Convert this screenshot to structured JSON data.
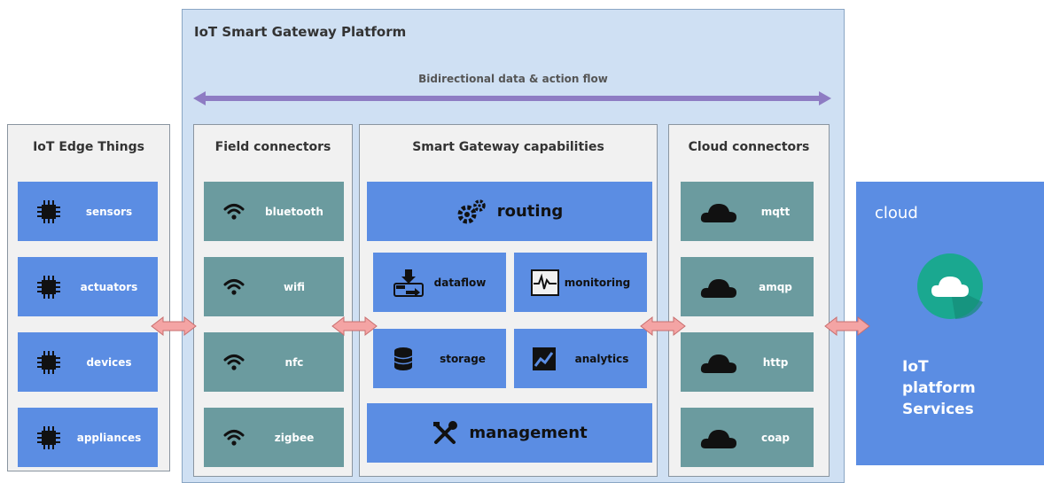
{
  "platform": {
    "title": "IoT Smart Gateway Platform",
    "flow_label": "Bidirectional data & action flow"
  },
  "edge": {
    "title": "IoT Edge Things",
    "items": [
      "sensors",
      "actuators",
      "devices",
      "appliances"
    ]
  },
  "field": {
    "title": "Field connectors",
    "items": [
      "bluetooth",
      "wifi",
      "nfc",
      "zigbee"
    ]
  },
  "gateway": {
    "title": "Smart Gateway capabilities",
    "routing": "routing",
    "dataflow": "dataflow",
    "monitoring": "monitoring",
    "storage": "storage",
    "analytics": "analytics",
    "management": "management"
  },
  "cloudconn": {
    "title": "Cloud connectors",
    "items": [
      "mqtt",
      "amqp",
      "http",
      "coap"
    ]
  },
  "cloud": {
    "label": "cloud",
    "service_lines": [
      "IoT",
      "platform",
      "Services"
    ]
  },
  "colors": {
    "teal_tile": "#6b9b9f",
    "blue_tile": "#5b8de3",
    "platform_bg": "#cfe0f3",
    "flow_arrow": "#8e7cc3",
    "connector_arrow": "#f4a4a4",
    "cloud_icon": "#1aa890"
  }
}
